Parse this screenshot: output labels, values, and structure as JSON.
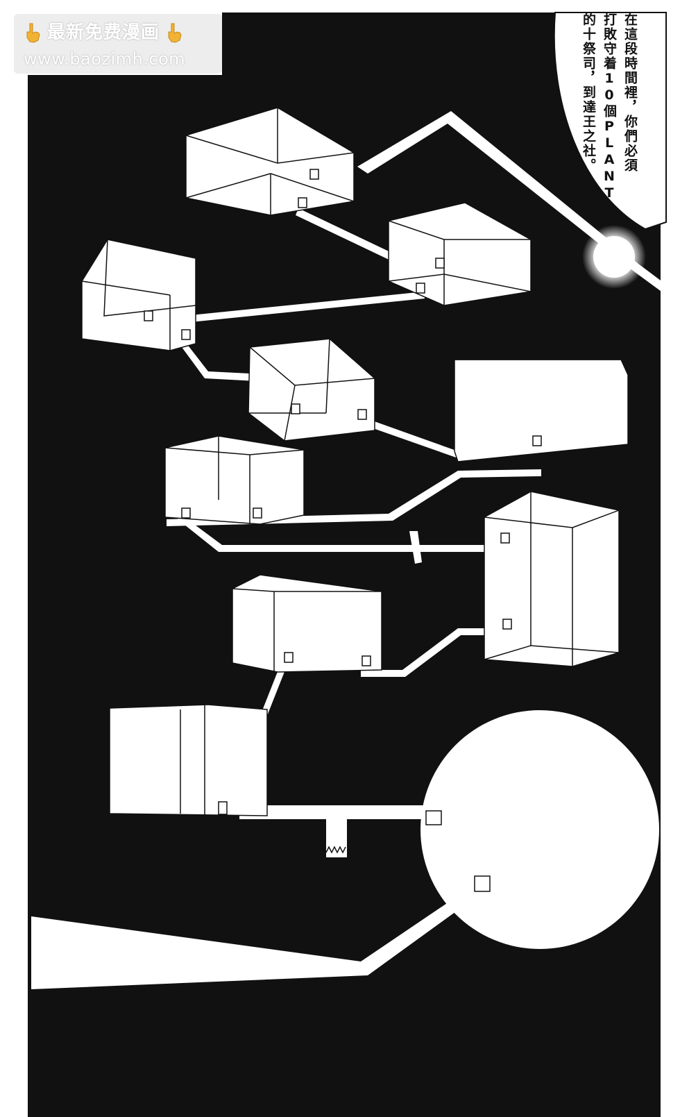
{
  "watermark": {
    "title": "最新免费漫画",
    "url": "www.baozimh.com",
    "hand_icon": "pointing-down-hand-icon"
  },
  "speech_bubble": {
    "lines": [
      "在這段時間裡，你們必須",
      "打敗守着10個PLANT",
      "的十祭司，到達王之社。"
    ]
  },
  "colors": {
    "ink": "#111111",
    "paper": "#ffffff",
    "watermark_bg": "#ebebeb"
  }
}
